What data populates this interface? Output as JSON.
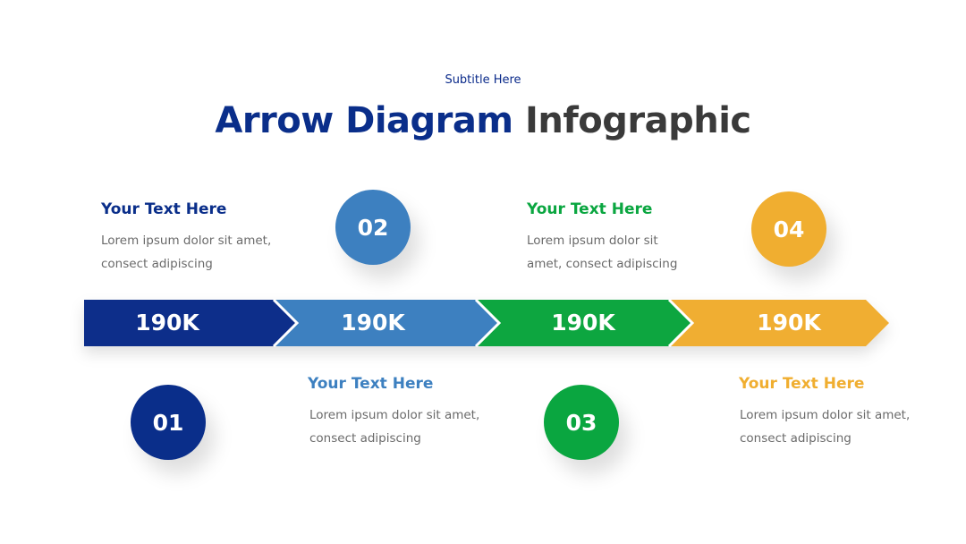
{
  "header": {
    "subtitle": "Subtitle Here",
    "title_part1": "Arrow Diagram",
    "title_part2": "Infographic"
  },
  "colors": {
    "navy": "#0a2e8a",
    "blue": "#3d80c0",
    "green": "#0aa640",
    "orange": "#f0ae30"
  },
  "steps": [
    {
      "number": "01",
      "value": "190K",
      "heading": "Your Text Here",
      "body": "Lorem ipsum dolor sit amet, consect adipiscing"
    },
    {
      "number": "02",
      "value": "190K",
      "heading": "Your Text Here",
      "body": "Lorem ipsum dolor sit amet, consect adipiscing"
    },
    {
      "number": "03",
      "value": "190K",
      "heading": "Your Text Here",
      "body": "Lorem ipsum dolor sit amet, consect adipiscing"
    },
    {
      "number": "04",
      "value": "190K",
      "heading": "Your Text Here",
      "body": "Lorem ipsum dolor sit amet, consect adipiscing"
    }
  ]
}
